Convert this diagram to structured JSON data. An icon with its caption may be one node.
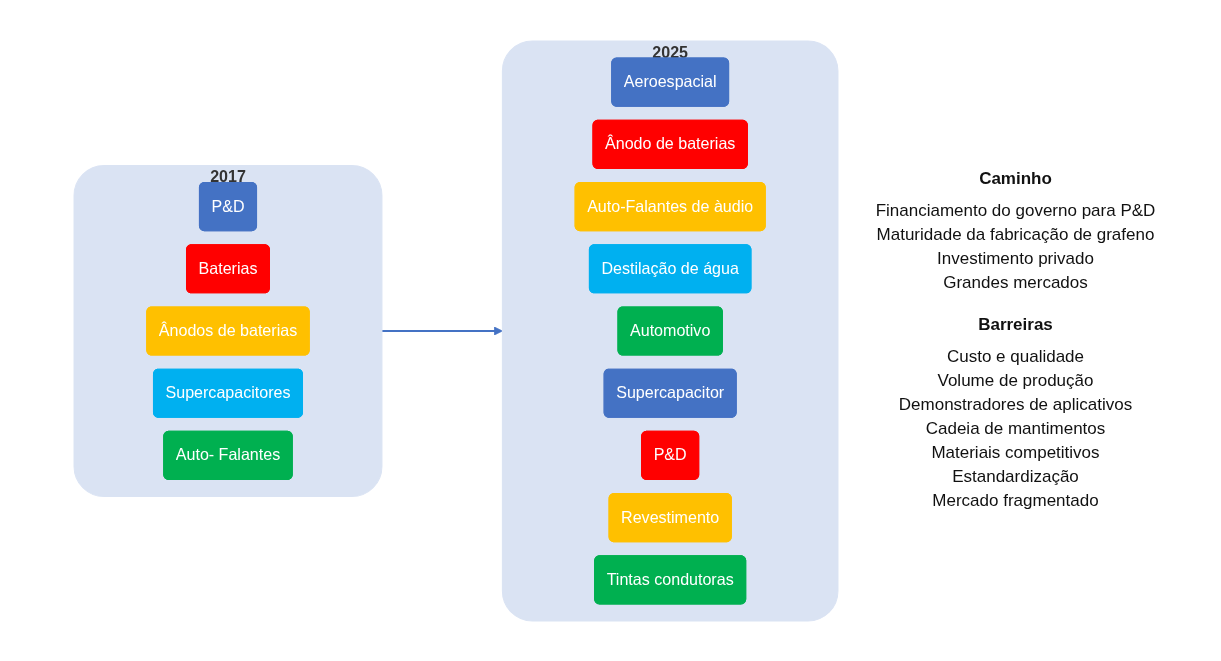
{
  "diagram": {
    "nodes": [
      {
        "text": [
          "2017"
        ]
      },
      {
        "text": [
          "P&D"
        ],
        "in": 0
      },
      {
        "text": [
          "Baterias"
        ],
        "in": 0
      },
      {
        "text": [
          "Ânodos de baterias"
        ],
        "in": 0
      },
      {
        "text": [
          "Supercapacitores"
        ],
        "in": 0
      },
      {
        "text": [
          "Auto- Falantes"
        ],
        "in": 0
      },
      {
        "text": [
          "2025"
        ]
      },
      {
        "text": [
          "Aeroespacial"
        ],
        "in": 6
      },
      {
        "text": [
          "Ânodo de baterias"
        ],
        "in": 6
      },
      {
        "text": [
          "Auto-Falantes de àudio"
        ],
        "in": 6
      },
      {
        "text": [
          "Destilação de água"
        ],
        "in": 6
      },
      {
        "text": [
          "Automotivo"
        ],
        "in": 6
      },
      {
        "text": [
          "Supercapacitor"
        ],
        "in": 6
      },
      {
        "text": [
          "P&D"
        ],
        "in": 6
      },
      {
        "text": [
          "Revestimento"
        ],
        "in": 6
      },
      {
        "text": [
          "Tintas condutoras"
        ],
        "in": 6
      }
    ],
    "edges": [
      {
        "from": 0,
        "to": 6,
        "arrow": "to"
      }
    ],
    "labels": [
      "Caminho",
      "Financiamento do governo para P&D",
      "Maturidade da fabricação de grafeno",
      "Investimento privado",
      "Grandes mercados",
      "Barreiras",
      "Custo e qualidade",
      "Volume de produção",
      "Demonstradores de aplicativos",
      "Cadeia de mantimentos",
      "Materiais competitivos",
      "Estandardização",
      "Mercado fragmentado"
    ]
  }
}
